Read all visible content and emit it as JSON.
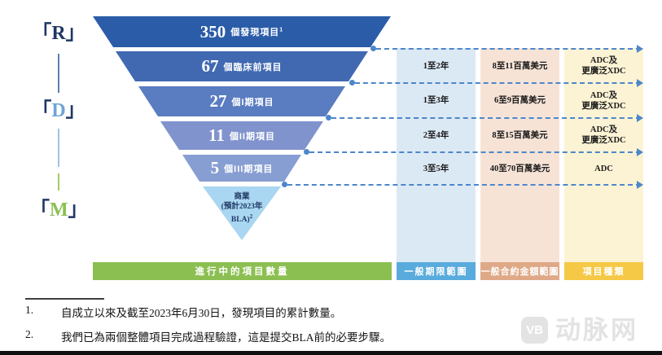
{
  "rail": {
    "bracket_open": "「",
    "bracket_close": "」",
    "r": "R",
    "d": "D",
    "m": "M",
    "r_color": "#1f3864",
    "d_color": "#6fa3d8",
    "m_color": "#8bbf52"
  },
  "funnel": {
    "stages": [
      {
        "count": "350",
        "label": "個發現項目",
        "sup": "1",
        "color": "#2b5ca8"
      },
      {
        "count": "67",
        "label": "個臨床前項目",
        "sup": "",
        "color": "#4169b2"
      },
      {
        "count": "27",
        "label": "個I期項目",
        "sup": "",
        "color": "#5a7cc0"
      },
      {
        "count": "11",
        "label": "個II期項目",
        "sup": "",
        "color": "#8093cd"
      },
      {
        "count": "5",
        "label": "個III期項目",
        "sup": "",
        "color": "#879ed2"
      }
    ],
    "terminal": {
      "line1": "商業",
      "line2": "(預計2023年",
      "line3": "BLA)",
      "sup": "2",
      "color": "#a9d6f0"
    }
  },
  "bottom_bar": {
    "label": "進行中的項目數量",
    "color": "#8cbf52"
  },
  "columns": [
    {
      "header": "一般期限範圍",
      "header_color": "#5aabdd",
      "bg_color": "#dbe9f5",
      "values": [
        "1至2年",
        "1至3年",
        "2至4年",
        "3至5年"
      ]
    },
    {
      "header": "一般合約金額範圍",
      "header_color": "#dfa988",
      "bg_color": "#f7e3d6",
      "values": [
        "8至11百萬美元",
        "6至9百萬美元",
        "8至15百萬美元",
        "40至70百萬美元"
      ]
    },
    {
      "header": "項目種類",
      "header_color": "#f5c845",
      "bg_color": "#fcf3d4",
      "values": [
        [
          "ADC及",
          "更廣泛XDC"
        ],
        [
          "ADC及",
          "更廣泛XDC"
        ],
        [
          "ADC及",
          "更廣泛XDC"
        ],
        [
          "ADC",
          ""
        ]
      ]
    }
  ],
  "connector_color": "#4c87ca",
  "footnotes": [
    {
      "num": "1.",
      "text": "自成立以來及截至2023年6月30日，發現項目的累計數量。"
    },
    {
      "num": "2.",
      "text": "我們已為兩個整體項目完成過程驗證，這是提交BLA前的必要步驟。"
    }
  ],
  "watermark": {
    "logo": "VB",
    "text": "动脉网"
  }
}
